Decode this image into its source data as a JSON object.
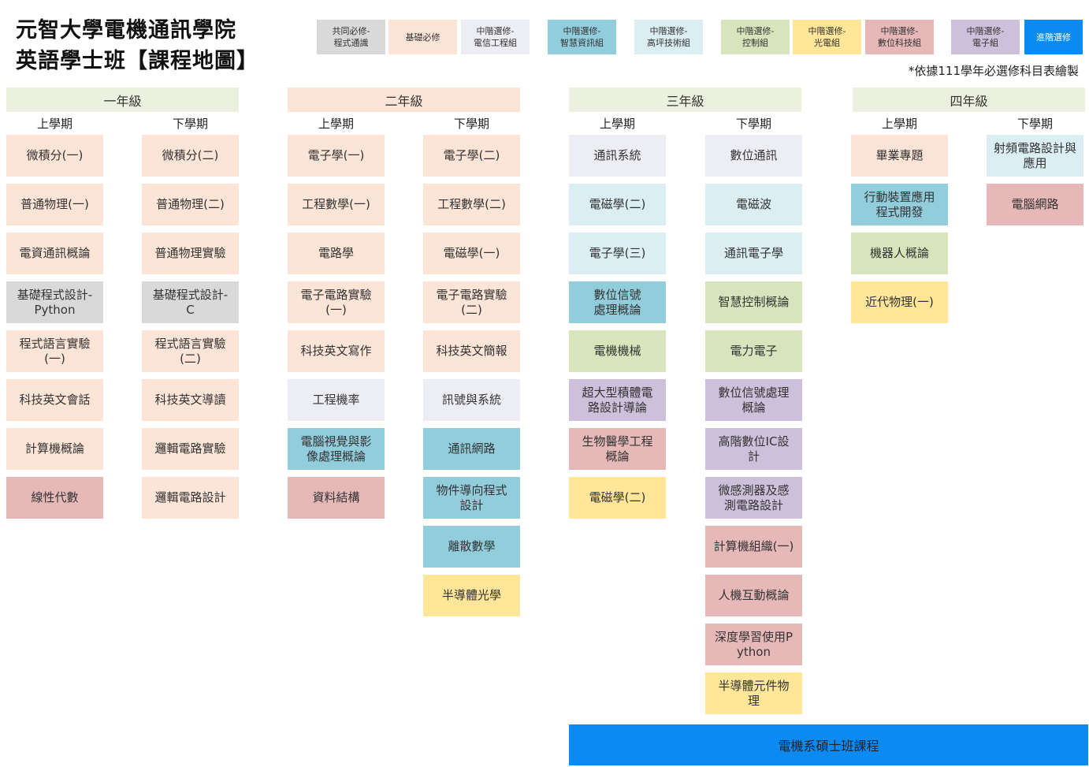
{
  "title": {
    "line1": "元智大學電機通訊學院",
    "line2": "英語學士班【課程地圖】"
  },
  "note": "*依據111學年必選修科目表繪製",
  "colors": {
    "common": "#d9d9d9",
    "basic": "#fce4d6",
    "telecom": "#ededf4",
    "smart": "#92cddc",
    "rf": "#daeef3",
    "control": "#d8e4bc",
    "opto": "#ffe699",
    "tech": "#e6b8b7",
    "electronic": "#ccc0da",
    "advanced": "#0b8af2"
  },
  "legend": [
    {
      "key": "common",
      "label": "共同必修-\n程式通識"
    },
    {
      "key": "basic",
      "label": "基礎必修"
    },
    {
      "key": "telecom",
      "label": "中階選修-\n電信工程組"
    },
    {
      "key": "smart",
      "label": "中階選修-\n智慧資訊組"
    },
    {
      "key": "rf",
      "label": "中階選修-\n高坪技術組"
    },
    {
      "key": "control",
      "label": "中階選修-\n控制組"
    },
    {
      "key": "opto",
      "label": "中階選修-\n光電組"
    },
    {
      "key": "tech",
      "label": "中階選修-\n數位科技組"
    },
    {
      "key": "electronic",
      "label": "中階選修-\n電子組"
    },
    {
      "key": "advanced",
      "label": "進階選修"
    }
  ],
  "years": [
    {
      "label": "一年級",
      "color": "#ebf1de",
      "semesters": [
        {
          "label": "上學期",
          "courses": [
            {
              "name": "微積分(一)",
              "cat": "basic"
            },
            {
              "name": "普通物理(一)",
              "cat": "basic"
            },
            {
              "name": "電資通訊概論",
              "cat": "basic"
            },
            {
              "name": "基礎程式設計-\nPython",
              "cat": "common"
            },
            {
              "name": "程式語言實驗\n(一)",
              "cat": "basic"
            },
            {
              "name": "科技英文會話",
              "cat": "basic"
            },
            {
              "name": "計算機概論",
              "cat": "basic"
            },
            {
              "name": "線性代數",
              "cat": "tech"
            }
          ]
        },
        {
          "label": "下學期",
          "courses": [
            {
              "name": "微積分(二)",
              "cat": "basic"
            },
            {
              "name": "普通物理(二)",
              "cat": "basic"
            },
            {
              "name": "普通物理實驗",
              "cat": "basic"
            },
            {
              "name": "基礎程式設計-\nC",
              "cat": "common"
            },
            {
              "name": "程式語言實驗\n(二)",
              "cat": "basic"
            },
            {
              "name": "科技英文導讀",
              "cat": "basic"
            },
            {
              "name": "邏輯電路實驗",
              "cat": "basic"
            },
            {
              "name": "邏輯電路設計",
              "cat": "basic"
            }
          ]
        }
      ]
    },
    {
      "label": "二年級",
      "color": "#fce4d6",
      "semesters": [
        {
          "label": "上學期",
          "courses": [
            {
              "name": "電子學(一)",
              "cat": "basic"
            },
            {
              "name": "工程數學(一)",
              "cat": "basic"
            },
            {
              "name": "電路學",
              "cat": "basic"
            },
            {
              "name": "電子電路實驗\n(一)",
              "cat": "basic"
            },
            {
              "name": "科技英文寫作",
              "cat": "basic"
            },
            {
              "name": "工程機率",
              "cat": "telecom"
            },
            {
              "name": "電腦視覺與影\n像處理概論",
              "cat": "smart"
            },
            {
              "name": "資料結構",
              "cat": "tech"
            }
          ]
        },
        {
          "label": "下學期",
          "courses": [
            {
              "name": "電子學(二)",
              "cat": "basic"
            },
            {
              "name": "工程數學(二)",
              "cat": "basic"
            },
            {
              "name": "電磁學(一)",
              "cat": "basic"
            },
            {
              "name": "電子電路實驗\n(二)",
              "cat": "basic"
            },
            {
              "name": "科技英文簡報",
              "cat": "basic"
            },
            {
              "name": "訊號與系統",
              "cat": "telecom"
            },
            {
              "name": "通訊網路",
              "cat": "smart"
            },
            {
              "name": "物件導向程式\n設計",
              "cat": "smart"
            },
            {
              "name": "離散數學",
              "cat": "smart"
            },
            {
              "name": "半導體光學",
              "cat": "opto"
            }
          ]
        }
      ]
    },
    {
      "label": "三年級",
      "color": "#ebf1de",
      "semesters": [
        {
          "label": "上學期",
          "courses": [
            {
              "name": "通訊系統",
              "cat": "telecom"
            },
            {
              "name": "電磁學(二)",
              "cat": "rf"
            },
            {
              "name": "電子學(三)",
              "cat": "rf"
            },
            {
              "name": "數位信號\n處理概論",
              "cat": "smart"
            },
            {
              "name": "電機機械",
              "cat": "control"
            },
            {
              "name": "超大型積體電\n路設計導論",
              "cat": "electronic"
            },
            {
              "name": "生物醫學工程\n概論",
              "cat": "tech"
            },
            {
              "name": "電磁學(二)",
              "cat": "opto"
            }
          ]
        },
        {
          "label": "下學期",
          "courses": [
            {
              "name": "數位通訊",
              "cat": "telecom"
            },
            {
              "name": "電磁波",
              "cat": "rf"
            },
            {
              "name": "通訊電子學",
              "cat": "rf"
            },
            {
              "name": "智慧控制概論",
              "cat": "control"
            },
            {
              "name": "電力電子",
              "cat": "control"
            },
            {
              "name": "數位信號處理\n概論",
              "cat": "electronic"
            },
            {
              "name": "高階數位IC設\n計",
              "cat": "electronic"
            },
            {
              "name": "微感測器及感\n測電路設計",
              "cat": "electronic"
            },
            {
              "name": "計算機組織(一)",
              "cat": "tech"
            },
            {
              "name": "人機互動概論",
              "cat": "tech"
            },
            {
              "name": "深度學習使用P\nython",
              "cat": "tech"
            },
            {
              "name": "半導體元件物\n理",
              "cat": "opto"
            }
          ]
        }
      ]
    },
    {
      "label": "四年級",
      "color": "#ebf1de",
      "semesters": [
        {
          "label": "上學期",
          "courses": [
            {
              "name": "畢業專題",
              "cat": "basic"
            },
            {
              "name": "行動裝置應用\n程式開發",
              "cat": "smart"
            },
            {
              "name": "機器人概論",
              "cat": "control"
            },
            {
              "name": "近代物理(一)",
              "cat": "opto"
            }
          ]
        },
        {
          "label": "下學期",
          "courses": [
            {
              "name": "射頻電路設計與\n應用",
              "cat": "rf"
            },
            {
              "name": "電腦網路",
              "cat": "tech"
            }
          ]
        }
      ]
    }
  ],
  "master": {
    "label": "電機系碩士班課程",
    "cat": "advanced"
  }
}
